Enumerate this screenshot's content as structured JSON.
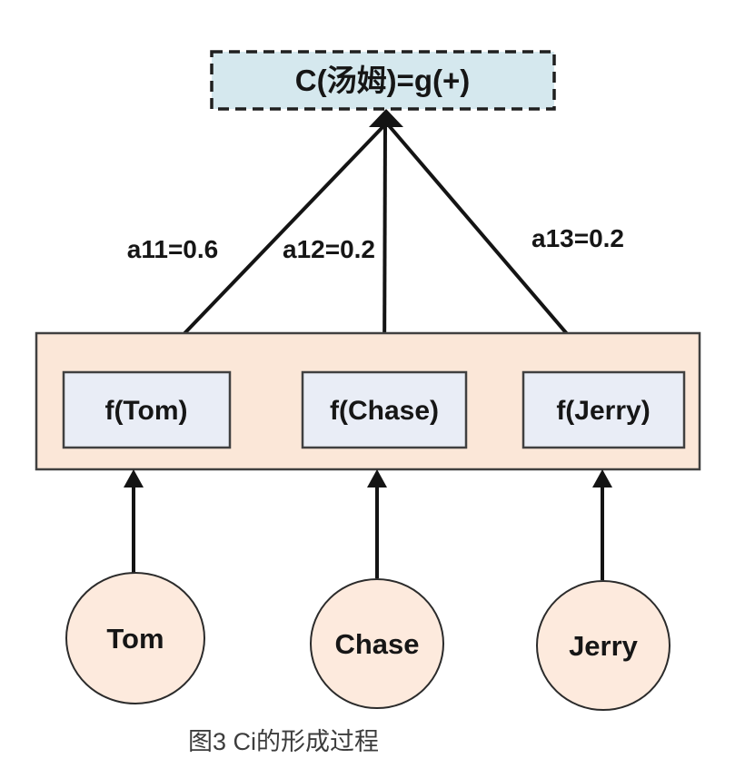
{
  "diagram": {
    "output_node": {
      "label": "C(汤姆)=g(+)"
    },
    "edge_labels": [
      {
        "label": "a11=0.6"
      },
      {
        "label": "a12=0.2"
      },
      {
        "label": "a13=0.2"
      }
    ],
    "value_nodes": [
      {
        "label": "f(Tom)"
      },
      {
        "label": "f(Chase)"
      },
      {
        "label": "f(Jerry)"
      }
    ],
    "input_nodes": [
      {
        "label": "Tom"
      },
      {
        "label": "Chase"
      },
      {
        "label": "Jerry"
      }
    ],
    "caption": "图3 Ci的形成过程",
    "colors": {
      "output_box_fill": "#d5e8ee",
      "container_fill": "#fbe7d8",
      "value_box_fill": "#e9edf6",
      "input_circle_fill": "#fdeadd",
      "line_color": "#141414"
    }
  }
}
